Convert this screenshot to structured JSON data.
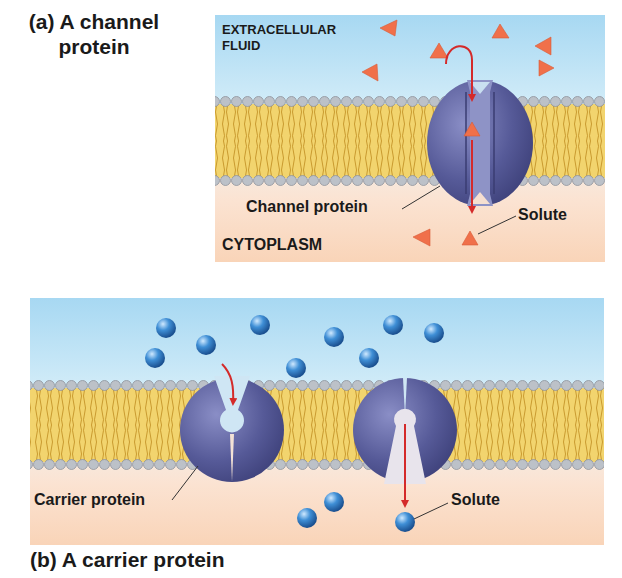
{
  "diagram": {
    "nodes": [
      {
        "text": [
          "(a) A channel protein"
        ]
      },
      {
        "text": [
          "(b) A carrier protein"
        ]
      }
    ],
    "labels": [
      "EXTRACELLULAR FLUID",
      "Channel protein",
      "Solute",
      "CYTOPLASM",
      "Carrier protein",
      "Solute"
    ]
  }
}
